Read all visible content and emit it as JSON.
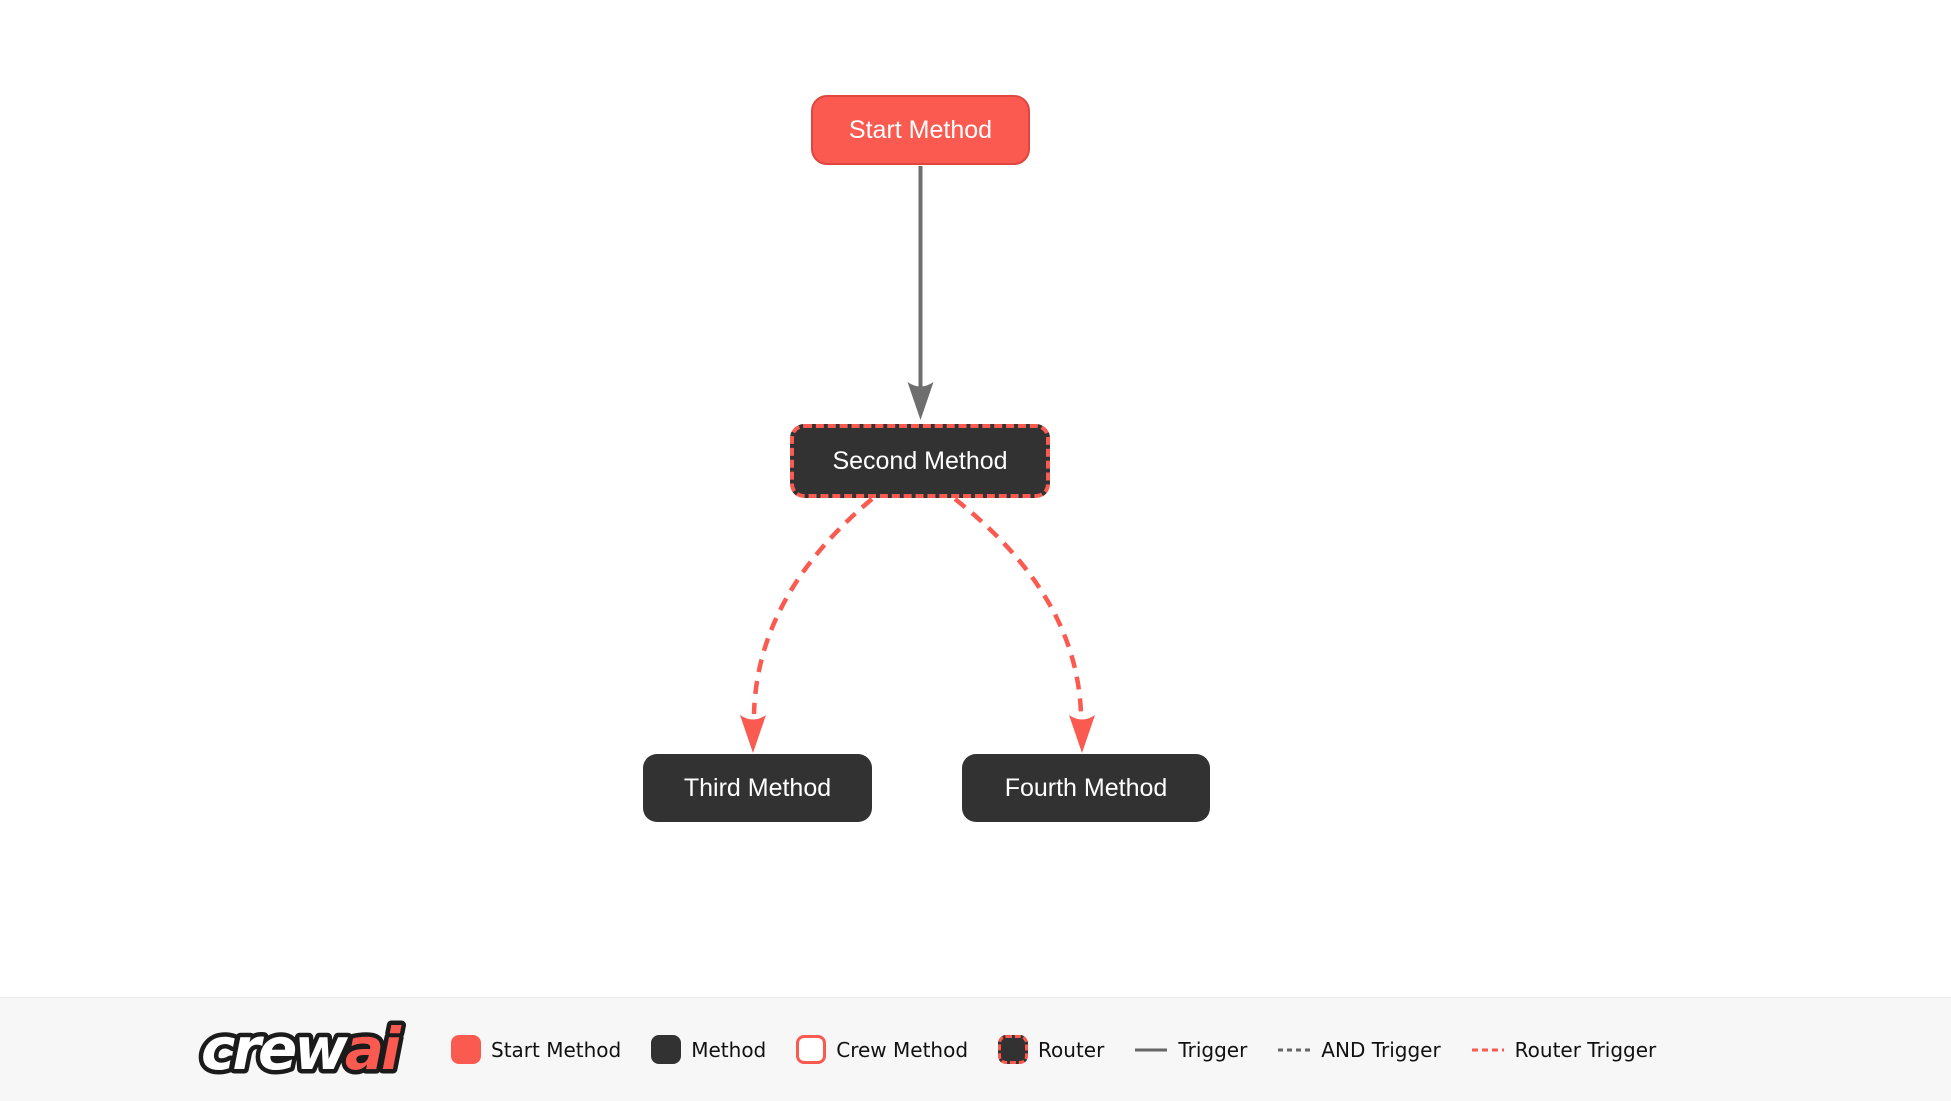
{
  "colors": {
    "accent": "#FA5A50",
    "accent_dark": "#E0463D",
    "node_dark": "#323232",
    "edge_gray": "#6E6E6E",
    "legend_line_gray": "#666666",
    "legend_bg": "#F7F7F8",
    "legend_text": "#111111",
    "node_text": "#FFFFFF",
    "canvas_bg": "#FFFFFF"
  },
  "diagram": {
    "nodes": [
      {
        "id": "start",
        "label": "Start Method",
        "type": "start-method"
      },
      {
        "id": "second",
        "label": "Second Method",
        "type": "router"
      },
      {
        "id": "third",
        "label": "Third Method",
        "type": "method"
      },
      {
        "id": "fourth",
        "label": "Fourth Method",
        "type": "method"
      }
    ],
    "edges": [
      {
        "from": "start",
        "to": "second",
        "type": "trigger"
      },
      {
        "from": "second",
        "to": "third",
        "type": "router-trigger"
      },
      {
        "from": "second",
        "to": "fourth",
        "type": "router-trigger"
      }
    ]
  },
  "legend": {
    "logo": {
      "part1": "crew",
      "part2": "ai"
    },
    "items": [
      {
        "label": "Start Method",
        "swatch": "start-node-swatch"
      },
      {
        "label": "Method",
        "swatch": "method-node-swatch"
      },
      {
        "label": "Crew Method",
        "swatch": "crew-method-node-swatch"
      },
      {
        "label": "Router",
        "swatch": "router-node-swatch"
      },
      {
        "label": "Trigger",
        "swatch": "trigger-line-swatch"
      },
      {
        "label": "AND Trigger",
        "swatch": "and-trigger-line-swatch"
      },
      {
        "label": "Router Trigger",
        "swatch": "router-trigger-line-swatch"
      }
    ]
  }
}
